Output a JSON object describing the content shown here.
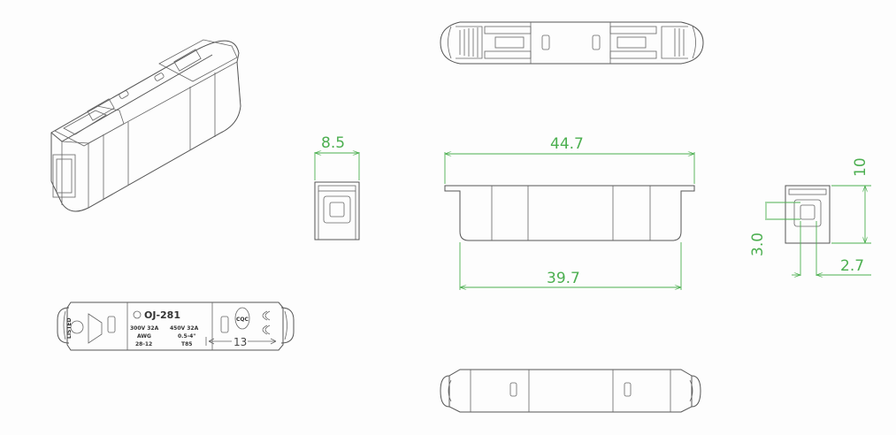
{
  "drawing": {
    "subject": "Lever wire connector technical drawing",
    "views": [
      "isometric-view",
      "top-view",
      "front-view",
      "end-view-left",
      "end-view-right",
      "label-side-view",
      "bottom-view"
    ]
  },
  "label": {
    "model": "OJ-281",
    "rating_ul": "300V 32A",
    "rating_iec": "450V 32A",
    "awg_label": "AWG",
    "awg_range": "28-12",
    "wire_range": "0.5-4\"",
    "temp": "T85",
    "ul_text": "LISTED",
    "strip_length": "13"
  },
  "dimensions": {
    "end_width": "8.5",
    "overall_length": "44.7",
    "body_length": "39.7",
    "height": "10",
    "opening_height": "3.0",
    "opening_width": "2.7"
  },
  "colors": {
    "line": "#555555",
    "dimension": "#4caf50",
    "background": "#fdfdfd"
  }
}
